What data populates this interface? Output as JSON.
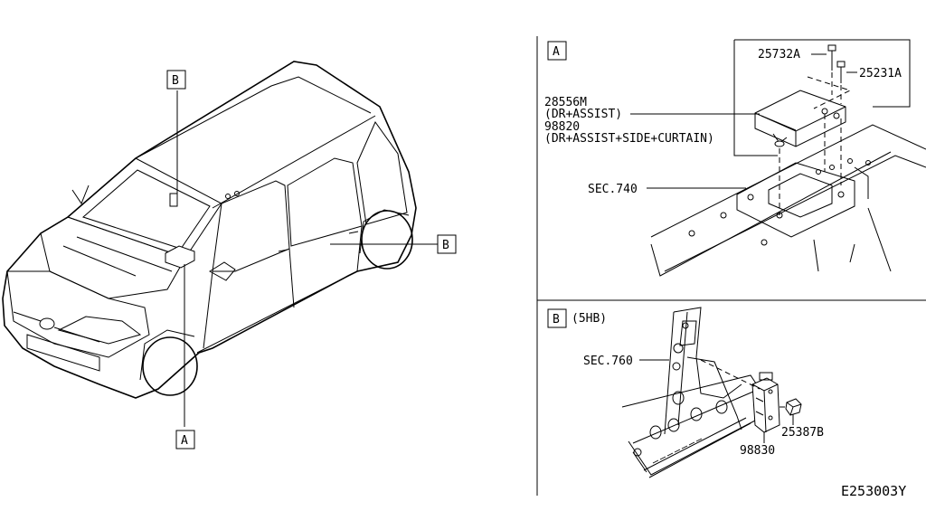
{
  "callouts": {
    "car_b_top": "B",
    "car_b_side": "B",
    "car_a_bottom": "A"
  },
  "panel_a": {
    "tag": "A",
    "parts": {
      "p25732a": "25732A",
      "p25231a": "25231A",
      "p28556m": "28556M",
      "p28556m_note": "(DR+ASSIST)",
      "p98820": "98820",
      "p98820_note": "(DR+ASSIST+SIDE+CURTAIN)",
      "sec740": "SEC.740"
    }
  },
  "panel_b": {
    "tag": "B",
    "variant": "(5HB)",
    "parts": {
      "sec760": "SEC.760",
      "p25387b": "25387B",
      "p98830": "98830"
    }
  },
  "diagram_ref": "E253003Y"
}
